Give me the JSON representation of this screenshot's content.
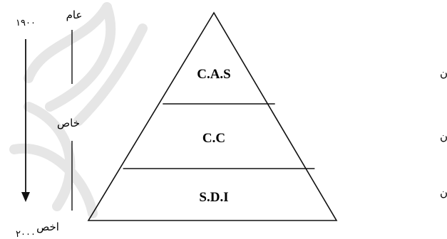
{
  "pyramid": {
    "levels": [
      {
        "code": "C.A.S",
        "audience": "علاقه‌مندان"
      },
      {
        "code": "C.C",
        "audience": "علاقه‌مندان و محققان"
      },
      {
        "code": "S.D.I",
        "audience": "متخصصان"
      }
    ]
  },
  "timeline": {
    "start_year": "۱۹۰۰",
    "end_year": "۲۰۰۰",
    "specificity": {
      "general": "عام",
      "specific": "خاص",
      "most_specific": "اخص"
    }
  },
  "colors": {
    "stroke": "#111111",
    "watermark": "#e6e6e6",
    "background": "#ffffff"
  }
}
